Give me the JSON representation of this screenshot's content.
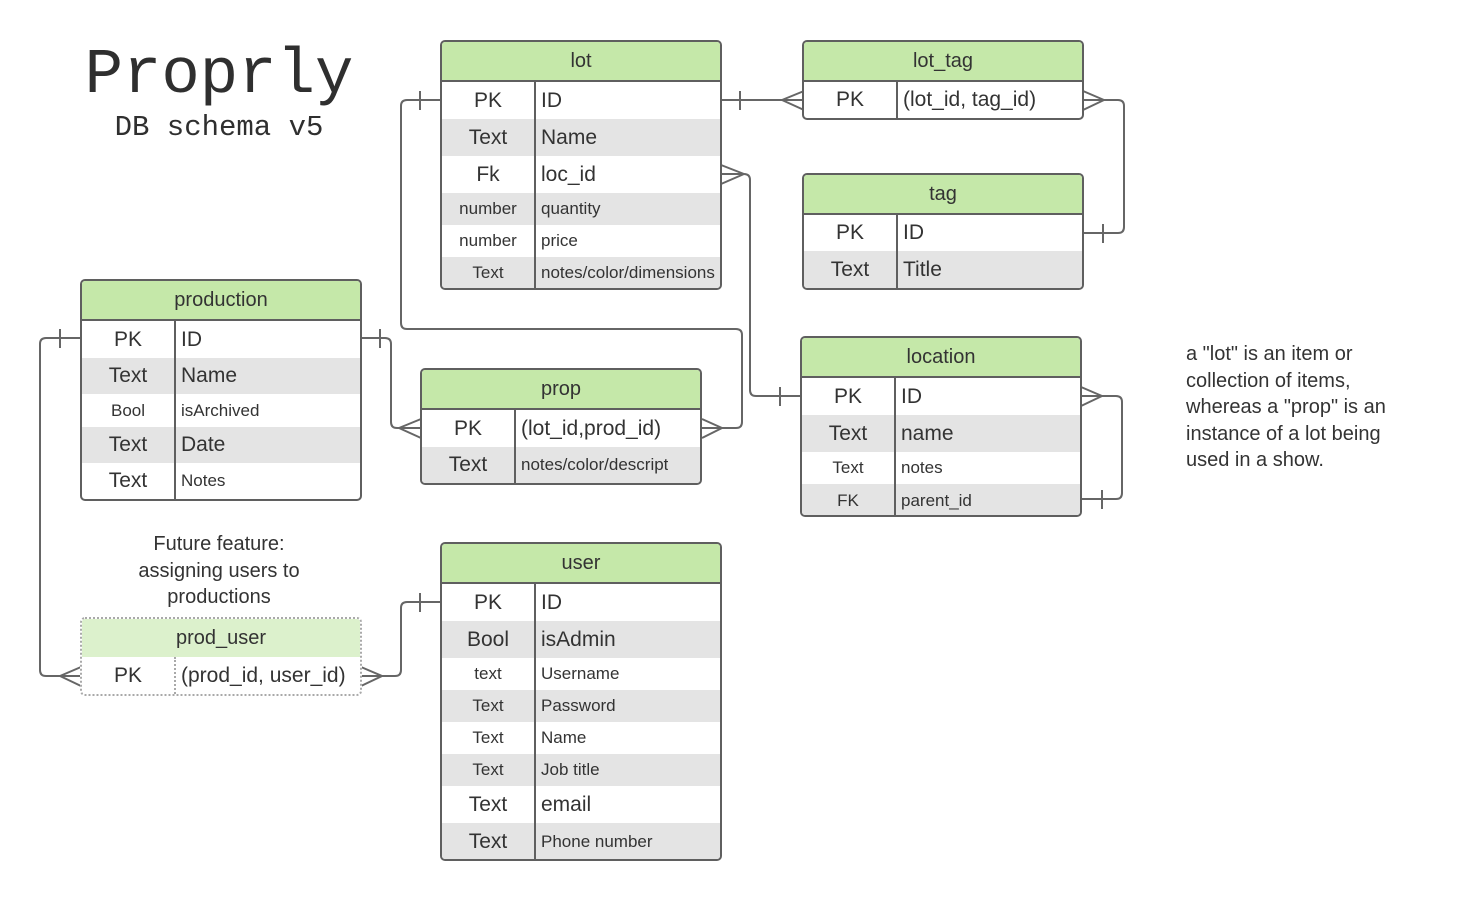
{
  "header": {
    "title": "Proprly",
    "subtitle": "DB schema v5"
  },
  "tables": {
    "lot": {
      "name": "lot",
      "rows": [
        {
          "type": "PK",
          "field": "ID"
        },
        {
          "type": "Text",
          "field": "Name"
        },
        {
          "type": "Fk",
          "field": "loc_id"
        },
        {
          "type": "number",
          "field": "quantity"
        },
        {
          "type": "number",
          "field": "price"
        },
        {
          "type": "Text",
          "field": "notes/color/dimensions"
        }
      ]
    },
    "lot_tag": {
      "name": "lot_tag",
      "rows": [
        {
          "type": "PK",
          "field": "(lot_id, tag_id)"
        }
      ]
    },
    "tag": {
      "name": "tag",
      "rows": [
        {
          "type": "PK",
          "field": "ID"
        },
        {
          "type": "Text",
          "field": "Title"
        }
      ]
    },
    "production": {
      "name": "production",
      "rows": [
        {
          "type": "PK",
          "field": "ID"
        },
        {
          "type": "Text",
          "field": "Name"
        },
        {
          "type": "Bool",
          "field": "isArchived"
        },
        {
          "type": "Text",
          "field": "Date"
        },
        {
          "type": "Text",
          "field": "Notes"
        }
      ]
    },
    "prop": {
      "name": "prop",
      "rows": [
        {
          "type": "PK",
          "field": "(lot_id,prod_id)"
        },
        {
          "type": "Text",
          "field": "notes/color/descript"
        }
      ]
    },
    "location": {
      "name": "location",
      "rows": [
        {
          "type": "PK",
          "field": "ID"
        },
        {
          "type": "Text",
          "field": "name"
        },
        {
          "type": "Text",
          "field": "notes"
        },
        {
          "type": "FK",
          "field": "parent_id"
        }
      ]
    },
    "user": {
      "name": "user",
      "rows": [
        {
          "type": "PK",
          "field": "ID"
        },
        {
          "type": "Bool",
          "field": "isAdmin"
        },
        {
          "type": "text",
          "field": "Username"
        },
        {
          "type": "Text",
          "field": "Password"
        },
        {
          "type": "Text",
          "field": "Name"
        },
        {
          "type": "Text",
          "field": "Job title"
        },
        {
          "type": "Text",
          "field": "email"
        },
        {
          "type": "Text",
          "field": "Phone number"
        }
      ]
    },
    "prod_user": {
      "name": "prod_user",
      "rows": [
        {
          "type": "PK",
          "field": "(prod_id, user_id)"
        }
      ]
    }
  },
  "notes": {
    "future_feature": [
      "Future feature:",
      "assigning users to",
      "productions"
    ],
    "lot_definition": [
      "a \"lot\" is an item or",
      "collection of items,",
      "whereas a \"prop\" is an",
      "instance of a lot being",
      "used in a show."
    ]
  },
  "colors": {
    "header_green": "#c5e8a9",
    "future_header_green": "#dcf1cc",
    "border": "#5f5f5f",
    "alt_row": "#e4e4e4",
    "connector": "#666666"
  }
}
